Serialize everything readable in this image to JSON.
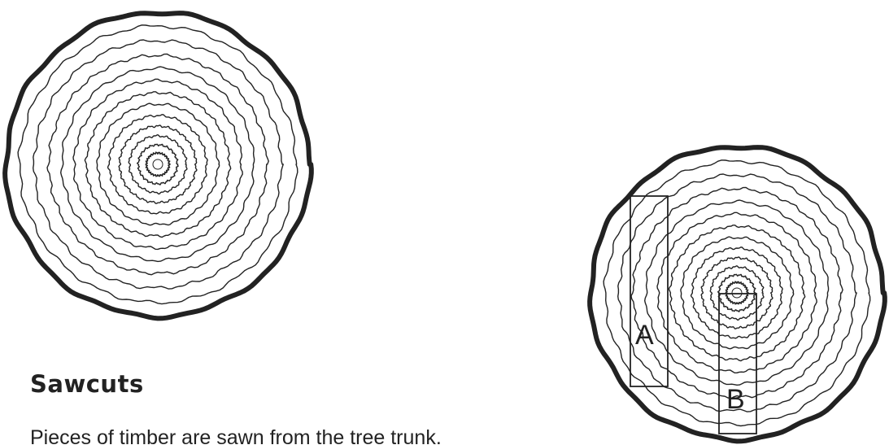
{
  "section": {
    "heading": "Sawcuts",
    "body": "Pieces of timber are sawn from the tree trunk."
  },
  "labels": {
    "a": "A",
    "b": "B"
  },
  "colors": {
    "ink": "#222222",
    "background": "#ffffff"
  }
}
